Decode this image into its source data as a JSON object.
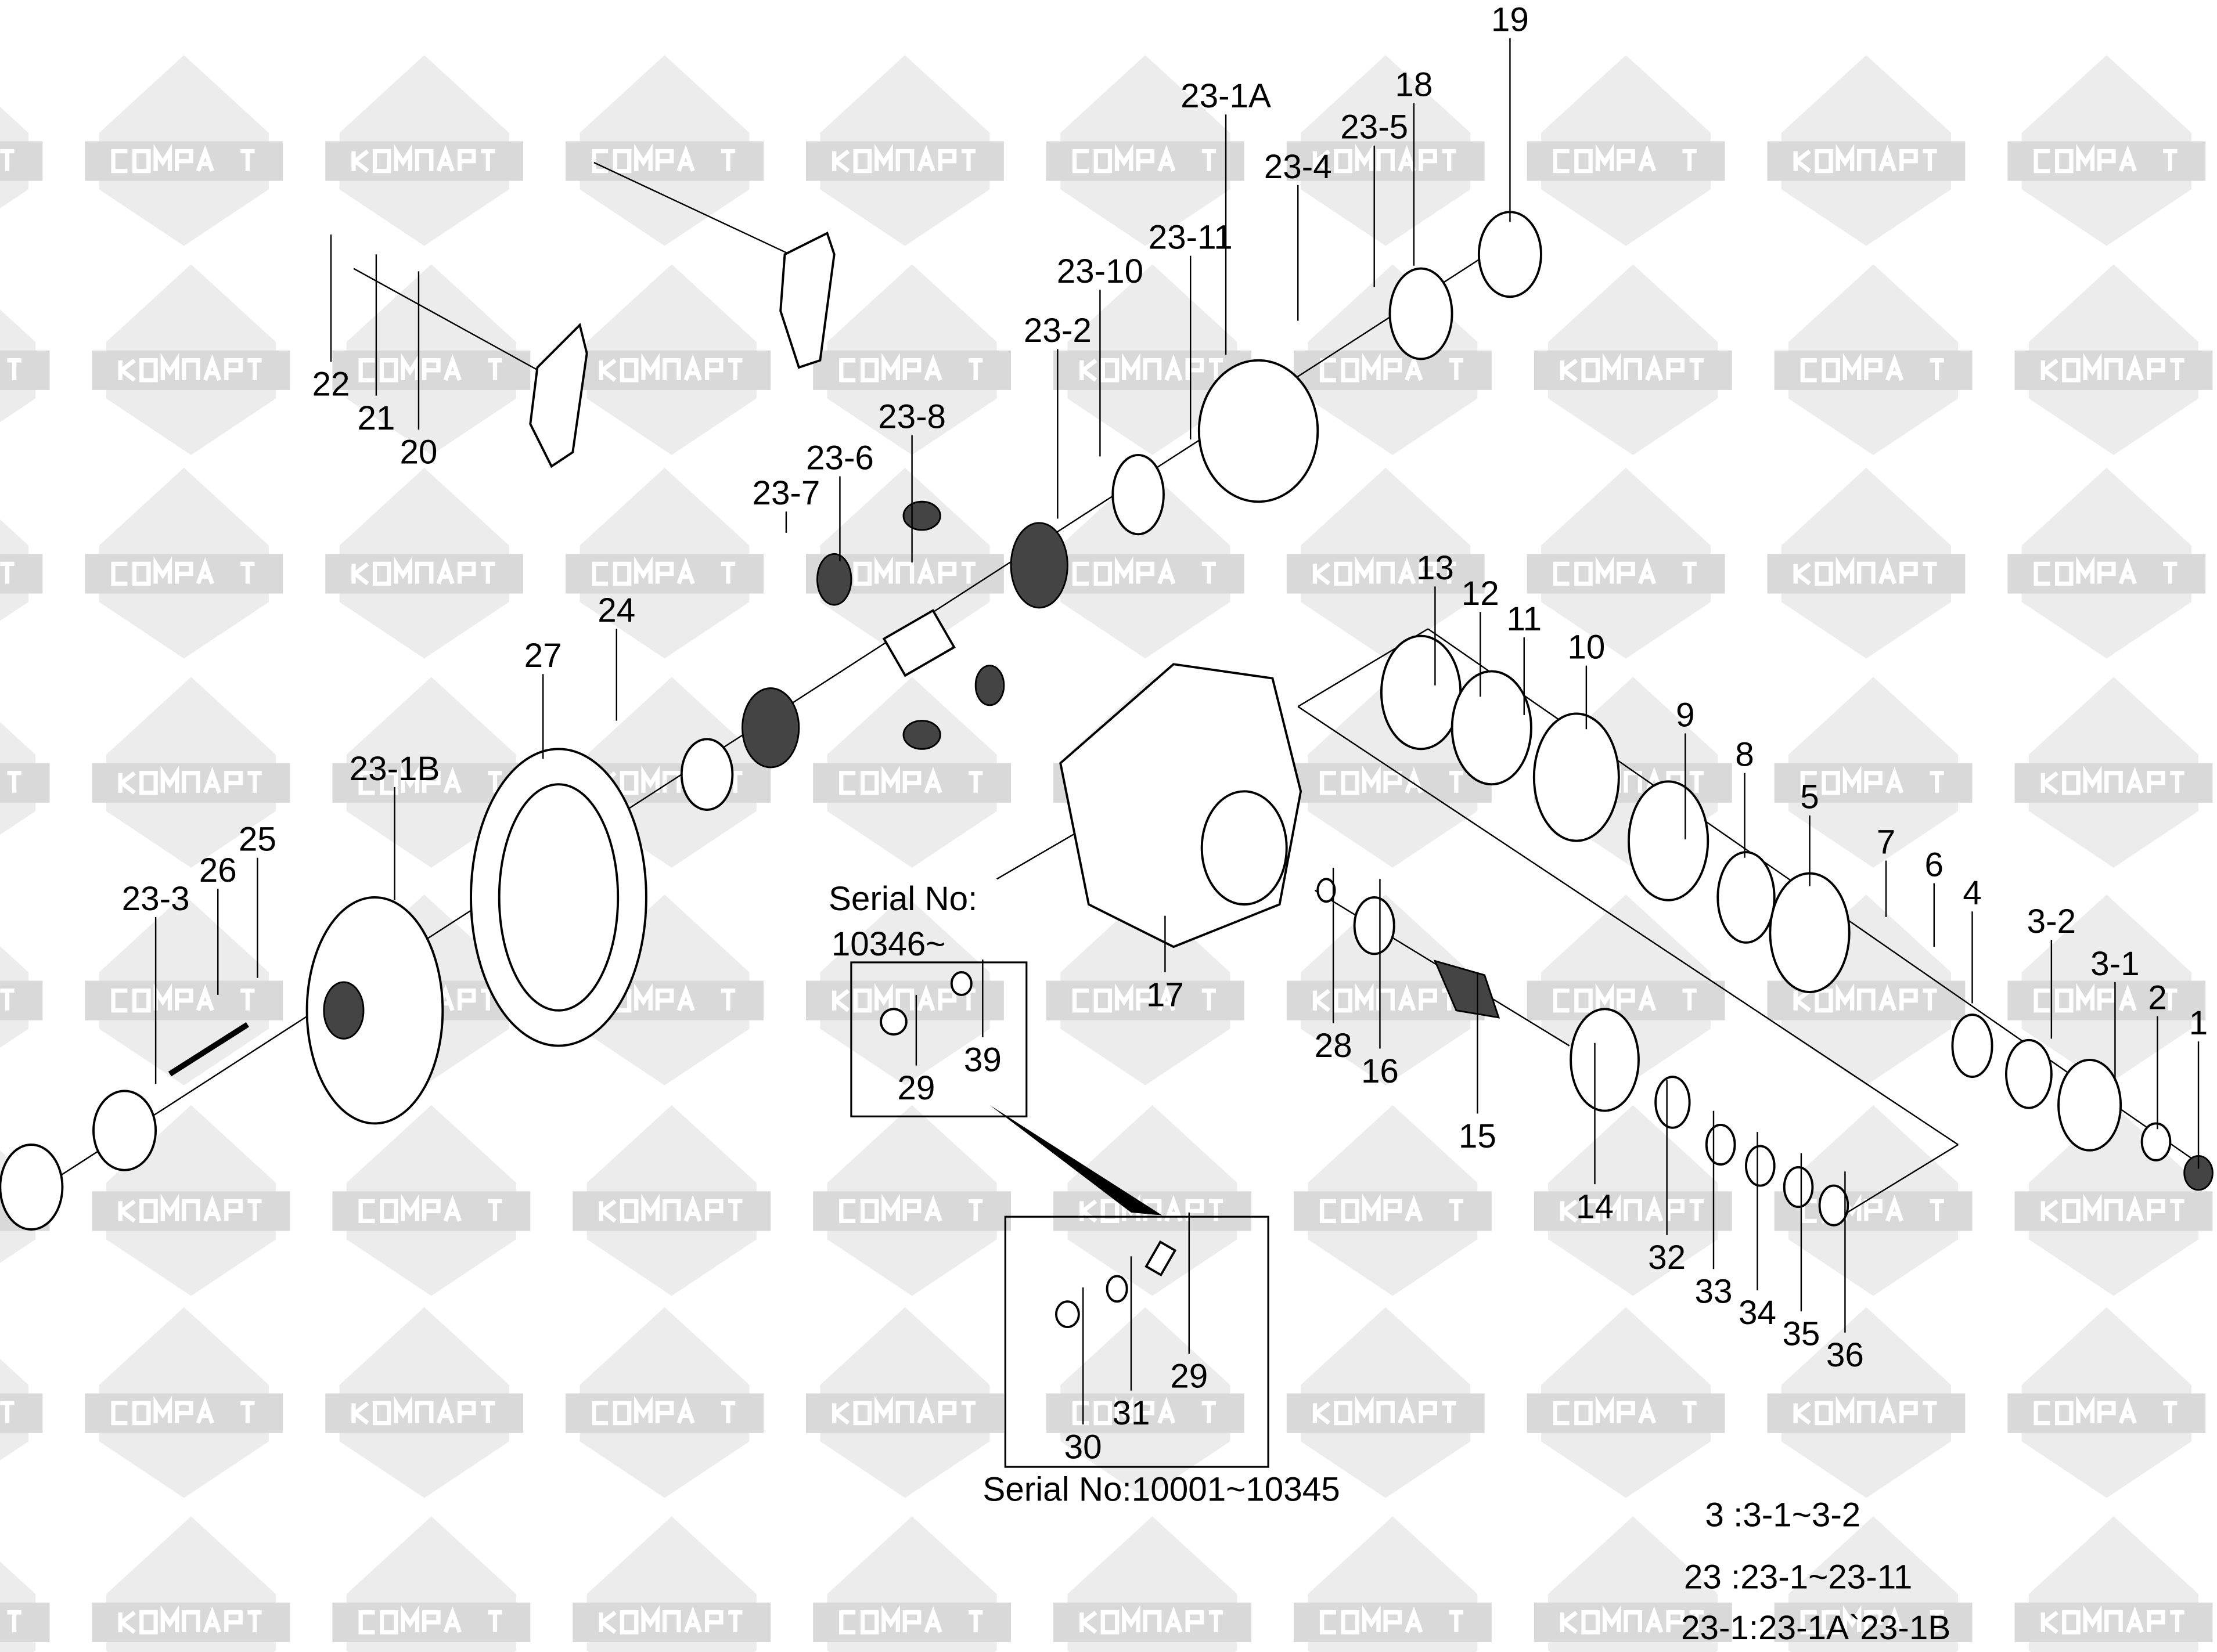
{
  "watermark": {
    "text_cyrillic": "КОМПАРТ",
    "text_latin": "COMPART",
    "color": "#d9d9d9",
    "shape_color": "#ececec"
  },
  "callouts": [
    "19",
    "18",
    "23-1A",
    "23-5",
    "23-4",
    "23-11",
    "23-10",
    "23-2",
    "22",
    "21",
    "20",
    "23-8",
    "23-6",
    "23-7",
    "24",
    "27",
    "13",
    "12",
    "11",
    "10",
    "9",
    "8",
    "5",
    "7",
    "6",
    "4",
    "3-2",
    "3-1",
    "2",
    "1",
    "23-1B",
    "25",
    "26",
    "23-3",
    "17",
    "28",
    "16",
    "15",
    "29",
    "39",
    "14",
    "32",
    "33",
    "34",
    "35",
    "36",
    "29",
    "31",
    "30"
  ],
  "notes": {
    "serial_new_line1": "Serial No:",
    "serial_new_line2": "10346~",
    "serial_old": "Serial No:10001~10345"
  },
  "legend": [
    "3 :3-1~3-2",
    "23 :23-1~23-11",
    "23-1:23-1A`23-1B"
  ]
}
